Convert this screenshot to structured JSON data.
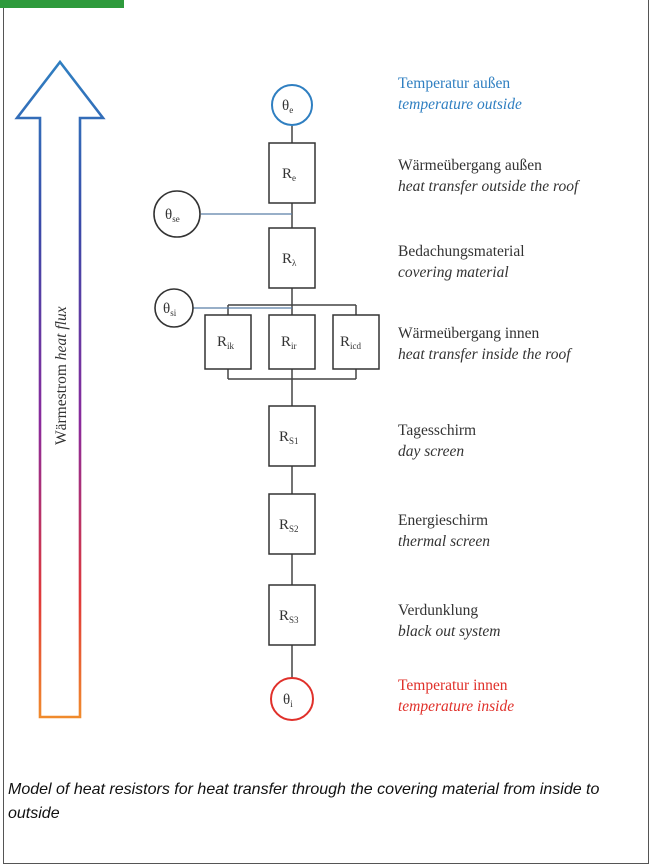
{
  "flux_label": {
    "de": "Wärmestrom",
    "en": "heat flux"
  },
  "nodes": {
    "theta_e": {
      "base": "θ",
      "sub": "e"
    },
    "theta_se": {
      "base": "θ",
      "sub": "se"
    },
    "theta_si": {
      "base": "θ",
      "sub": "si"
    },
    "theta_i": {
      "base": "θ",
      "sub": "i"
    }
  },
  "resistors": {
    "r_e": {
      "base": "R",
      "sub": "e"
    },
    "r_lambda": {
      "base": "R",
      "sub": "λ"
    },
    "r_ik": {
      "base": "R",
      "sub": "ik"
    },
    "r_ir": {
      "base": "R",
      "sub": "ir"
    },
    "r_icd": {
      "base": "R",
      "sub": "icd"
    },
    "r_s1": {
      "base": "R",
      "sub": "S1"
    },
    "r_s2": {
      "base": "R",
      "sub": "S2"
    },
    "r_s3": {
      "base": "R",
      "sub": "S3"
    }
  },
  "labels": [
    {
      "de": "Temperatur außen",
      "en": "temperature outside",
      "color": "#2f7fc1"
    },
    {
      "de": "Wärmeübergang außen",
      "en": "heat transfer outside the roof",
      "color": "#333333"
    },
    {
      "de": "Bedachungsmaterial",
      "en": "covering material",
      "color": "#333333"
    },
    {
      "de": "Wärmeübergang innen",
      "en": "heat transfer inside the roof",
      "color": "#333333"
    },
    {
      "de": "Tagesschirm",
      "en": "day screen",
      "color": "#333333"
    },
    {
      "de": "Energieschirm",
      "en": "thermal screen",
      "color": "#333333"
    },
    {
      "de": "Verdunklung",
      "en": "black out system",
      "color": "#333333"
    },
    {
      "de": "Temperatur innen",
      "en": "temperature inside",
      "color": "#e0302a"
    }
  ],
  "colors": {
    "outside": "#2f7fc1",
    "inside": "#e0302a",
    "accent": "#2e9a3c"
  },
  "caption": "Model of heat resistors for heat transfer through the covering material from inside to outside"
}
